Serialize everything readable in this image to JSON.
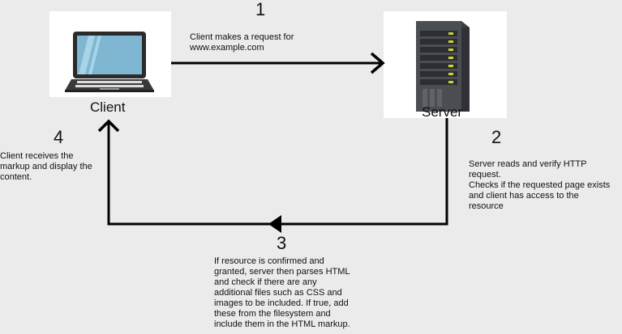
{
  "client": {
    "label": "Client",
    "icon": "laptop-icon"
  },
  "server": {
    "label": "Server",
    "icon": "server-rack-icon"
  },
  "steps": [
    {
      "num": "1",
      "text": "Client makes a request for\nwww.example.com"
    },
    {
      "num": "2",
      "text": "Server reads and verify HTTP\nrequest.\nChecks if the requested page exists\nand client has access to the\nresource"
    },
    {
      "num": "3",
      "text": "If resource is confirmed and\ngranted, server then parses HTML\nand check if there are any\nadditional files such as CSS and\nimages to be included. If true, add\nthese from the filesystem and\ninclude them in the HTML markup."
    },
    {
      "num": "4",
      "text": "Client receives the\nmarkup and display the\ncontent."
    }
  ],
  "colors": {
    "background": "#ebebeb",
    "arrow": "#000000",
    "screen": "#7fb7d3",
    "rack": "#4a4d52",
    "led": "#c8d23a"
  }
}
